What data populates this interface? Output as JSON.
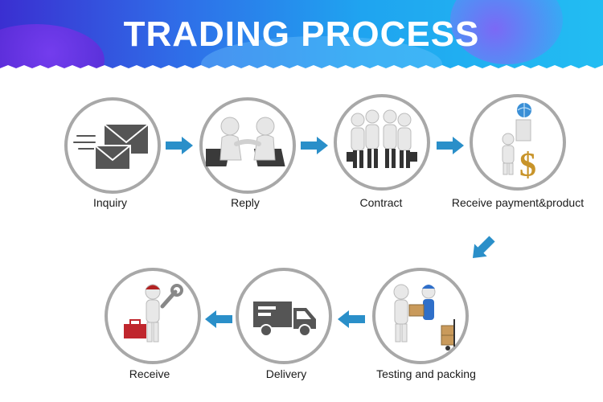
{
  "title": "TRADING PROCESS",
  "colors": {
    "arrow": "#2a8fc9",
    "ring": "#a8a8a8"
  },
  "steps": [
    {
      "label": "Inquiry",
      "icon": "envelope-icon"
    },
    {
      "label": "Reply",
      "icon": "handshake-icon"
    },
    {
      "label": "Contract",
      "icon": "team-huddle-icon"
    },
    {
      "label": "Receive payment&product",
      "icon": "dollar-globe-icon"
    },
    {
      "label": "Testing and packing",
      "icon": "packing-icon"
    },
    {
      "label": "Delivery",
      "icon": "truck-icon"
    },
    {
      "label": "Receive",
      "icon": "repairman-icon"
    }
  ]
}
